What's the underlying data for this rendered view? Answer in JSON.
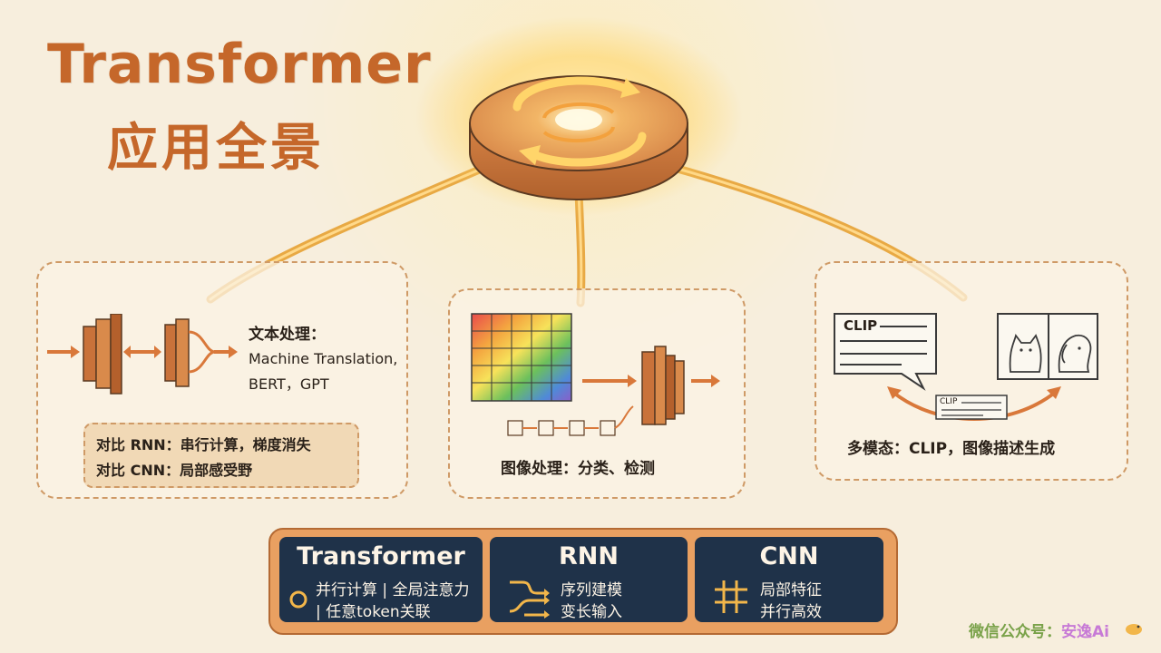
{
  "title": {
    "main": "Transformer",
    "sub": "应用全景"
  },
  "text_panel": {
    "heading": "文本处理：",
    "line1": "Machine Translation,",
    "line2": "BERT，GPT",
    "compare": [
      "对比 RNN：串行计算，梯度消失",
      "对比 CNN：局部感受野"
    ]
  },
  "image_panel": {
    "caption": "图像处理：分类、检测"
  },
  "multimodal_panel": {
    "clip_bubble": "CLIP",
    "clip_small": "CLIP",
    "caption": "多模态：CLIP，图像描述生成"
  },
  "cards": {
    "transformer": {
      "title": "Transformer",
      "line1": "并行计算 | 全局注意力",
      "line2": "| 任意token关联"
    },
    "rnn": {
      "title": "RNN",
      "line1": "序列建模",
      "line2": "变长输入"
    },
    "cnn": {
      "title": "CNN",
      "line1": "局部特征",
      "line2": "并行高效"
    }
  },
  "watermark": {
    "prefix": "微信公众号：",
    "name": "安逸Ai"
  },
  "colors": {
    "title": "#c5672a",
    "card_bg": "#1f3249",
    "frame": "#e9a061",
    "panel_border": "#cf9a66",
    "hub": "#d98a4b",
    "glow": "#ffd56a"
  },
  "icons": {
    "hub": "cycle-arrows-icon",
    "text_flow": "encoder-stack-icon",
    "image": "color-grid-icon",
    "multimodal": "chat-bubble-icon"
  }
}
